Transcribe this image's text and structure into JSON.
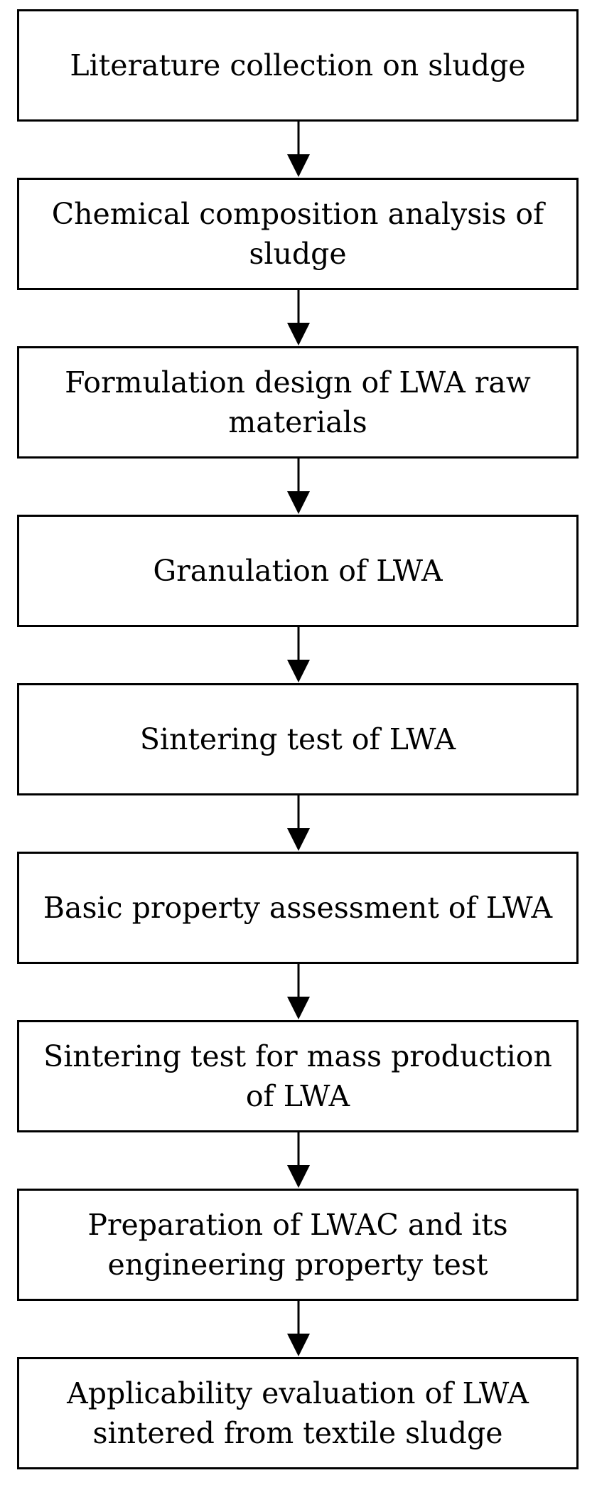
{
  "flowchart": {
    "steps": [
      {
        "label": "Literature collection on sludge"
      },
      {
        "label": "Chemical composition analysis of sludge"
      },
      {
        "label": "Formulation design of LWA raw materials"
      },
      {
        "label": "Granulation of LWA"
      },
      {
        "label": "Sintering test of LWA"
      },
      {
        "label": "Basic property assessment of LWA"
      },
      {
        "label": "Sintering test for mass production of LWA"
      },
      {
        "label": "Preparation of LWAC and its engineering property test"
      },
      {
        "label": "Applicability evaluation of LWA sintered from textile sludge"
      }
    ]
  }
}
